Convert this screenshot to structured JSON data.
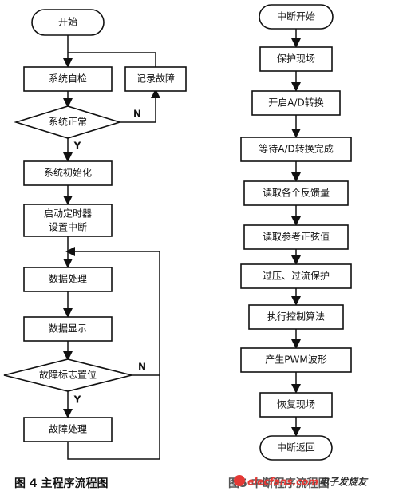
{
  "left_flow": {
    "start": "开始",
    "self_check": "系统自检",
    "log_fault": "记录故障",
    "system_ok": "系统正常",
    "init": "系统初始化",
    "timer_line1": "启动定时器",
    "timer_line2": "设置中断",
    "data_processing": "数据处理",
    "data_display": "数据显示",
    "fault_flag": "故障标志置位",
    "fault_handling": "故障处理",
    "label_n_top": "N",
    "label_y_top": "Y",
    "label_n_bottom": "N",
    "label_y_bottom": "Y"
  },
  "right_flow": {
    "start": "中断开始",
    "save_context": "保护现场",
    "start_ad": "开启A/D转换",
    "wait_ad": "等待A/D转换完成",
    "read_feedback": "读取各个反馈量",
    "read_sine_ref": "读取参考正弦值",
    "protection": "过压、过流保护",
    "control_algorithm": "执行控制算法",
    "pwm": "产生PWM波形",
    "restore_context": "恢复现场",
    "return": "中断返回"
  },
  "captions": {
    "figure4": "图 4   主程序流程图",
    "figure5": "图5  中断程序流程图"
  },
  "watermark": {
    "site": "elecfans.com",
    "brand": "电子发烧友"
  }
}
